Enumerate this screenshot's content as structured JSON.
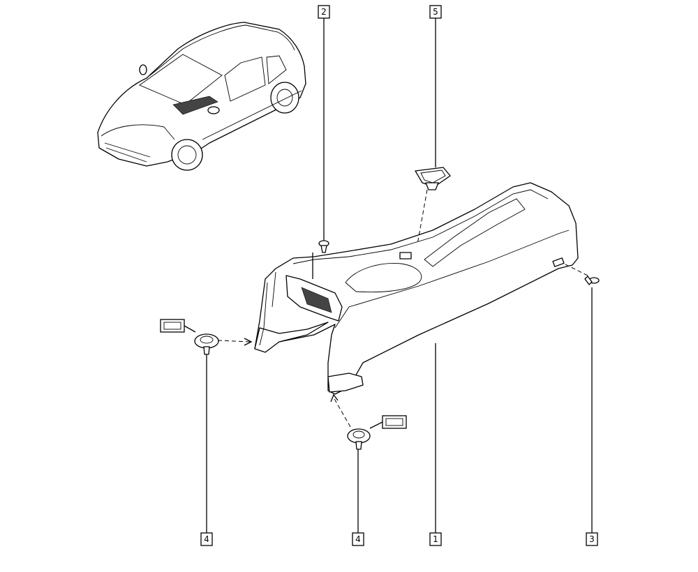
{
  "callouts": [
    {
      "label": "2"
    },
    {
      "label": "5"
    },
    {
      "label": "3"
    },
    {
      "label": "4"
    },
    {
      "label": "4"
    },
    {
      "label": "1"
    }
  ],
  "colors": {
    "line": "#000000",
    "background": "#ffffff",
    "fill_dark": "#444444"
  },
  "icons": [
    "vehicle-location-icon",
    "fastener-symbol-icon"
  ]
}
